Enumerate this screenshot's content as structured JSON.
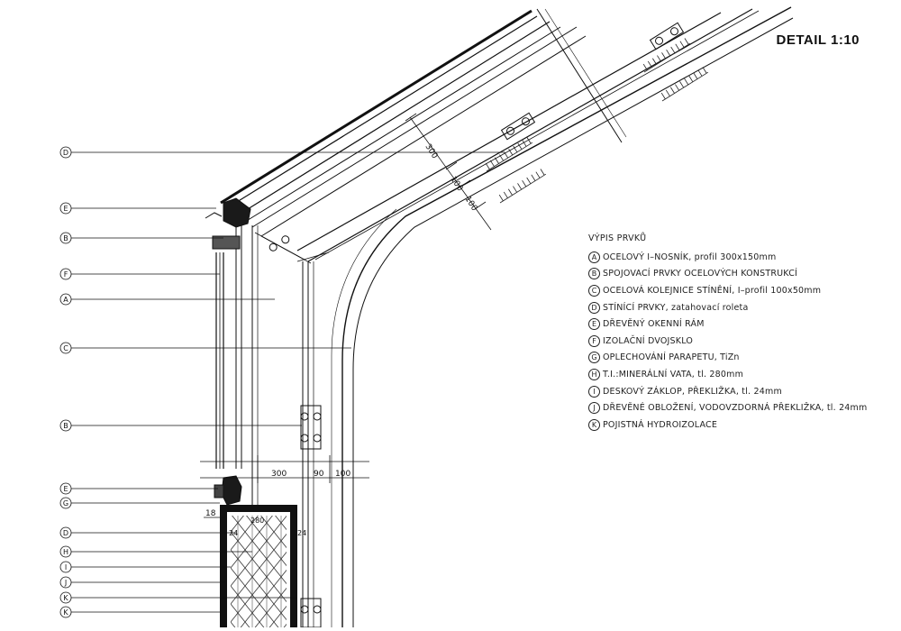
{
  "title": "DETAIL 1:10",
  "legend": {
    "heading": "VÝPIS PRVKŮ",
    "items": [
      {
        "letter": "A",
        "text": "OCELOVÝ I–NOSNÍK, profil 300x150mm"
      },
      {
        "letter": "B",
        "text": "SPOJOVACÍ PRVKY OCELOVÝCH KONSTRUKCÍ"
      },
      {
        "letter": "C",
        "text": "OCELOVÁ KOLEJNICE STÍNĚNÍ, I–profil 100x50mm"
      },
      {
        "letter": "D",
        "text": "STÍNÍCÍ PRVKY, zatahovací roleta"
      },
      {
        "letter": "E",
        "text": "DŘEVĚNÝ OKENNÍ RÁM"
      },
      {
        "letter": "F",
        "text": "IZOLAČNÍ DVOJSKLO"
      },
      {
        "letter": "G",
        "text": "OPLECHOVÁNÍ PARAPETU, TiZn"
      },
      {
        "letter": "H",
        "text": "T.I.:MINERÁLNÍ VATA, tl. 280mm"
      },
      {
        "letter": "I",
        "text": "DESKOVÝ ZÁKLOP, PŘEKLIŽKA, tl. 24mm"
      },
      {
        "letter": "J",
        "text": "DŘEVĚNÉ OBLOŽENÍ, VODOVZDORNÁ PŘEKLIŽKA, tl. 24mm"
      },
      {
        "letter": "K",
        "text": "POJISTNÁ HYDROIZOLACE"
      }
    ]
  },
  "callouts": [
    "D",
    "E",
    "B",
    "F",
    "A",
    "C",
    "B",
    "E",
    "G",
    "D",
    "H",
    "I",
    "J",
    "K",
    "K"
  ],
  "dimensions": {
    "roof_300": "300",
    "roof_100a": "100",
    "roof_100b": "100",
    "d_300": "300",
    "d_90": "90",
    "d_100": "100",
    "d_18": "18",
    "d_280": "280",
    "d_24a": "24",
    "d_24b": "24"
  }
}
